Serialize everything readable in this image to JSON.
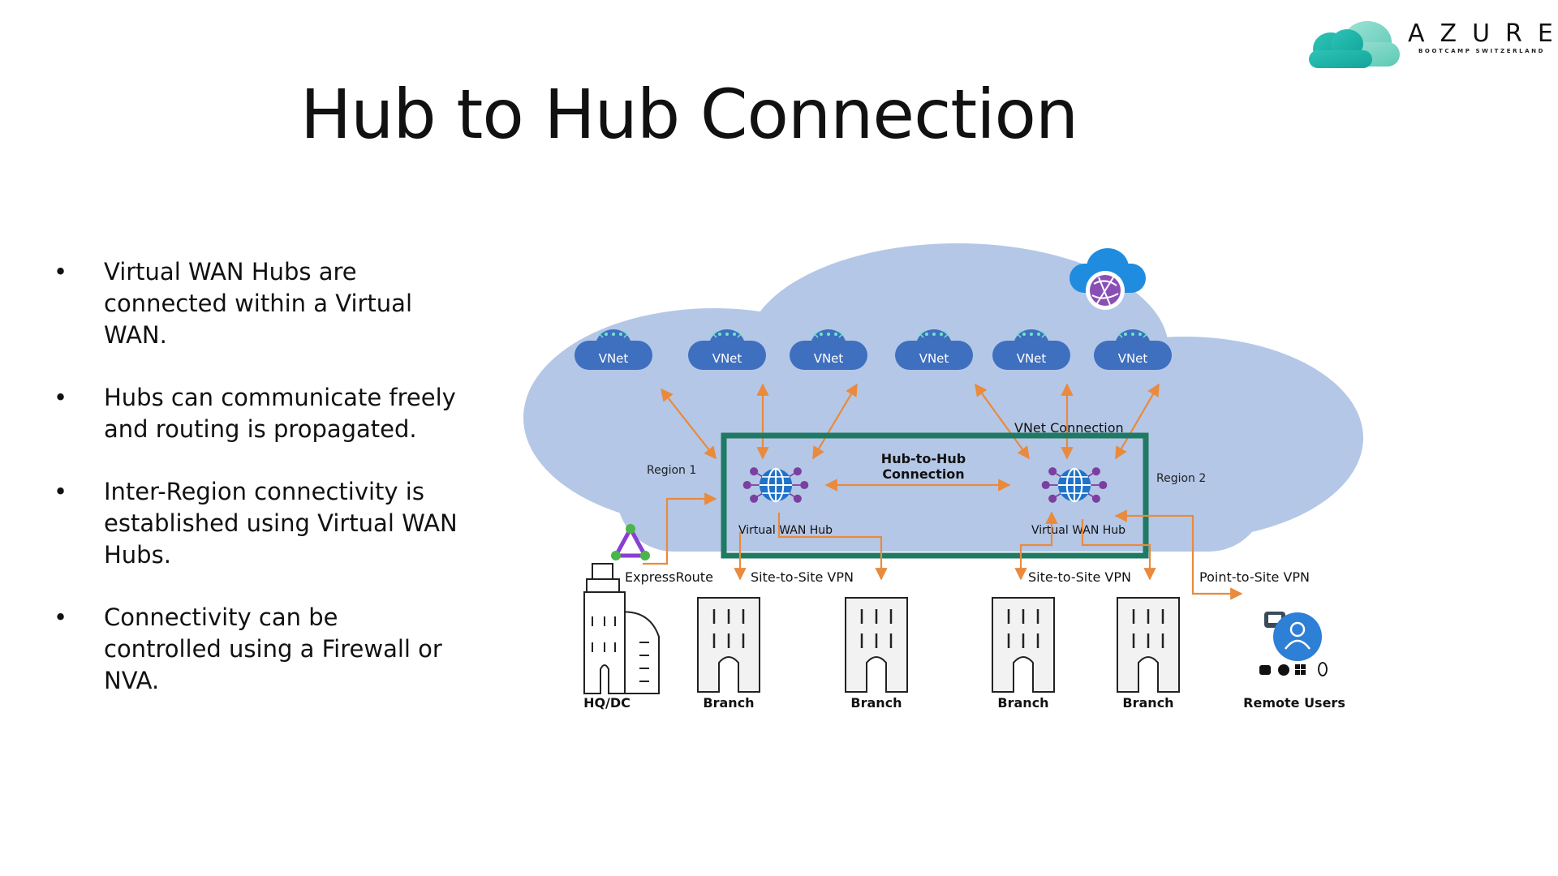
{
  "logo": {
    "word": "AZURE",
    "sub": "BOOTCAMP SWITZERLAND"
  },
  "title": "Hub to Hub Connection",
  "bullets": [
    {
      "lines": [
        "Virtual WAN Hubs are",
        "connected within a Virtual",
        "WAN."
      ]
    },
    {
      "lines": [
        "Hubs can communicate freely",
        "and routing is propagated."
      ]
    },
    {
      "lines": [
        "Inter-Region connectivity is",
        "established using Virtual WAN",
        "Hubs."
      ]
    },
    {
      "lines": [
        "Connectivity can be",
        "controlled using a Firewall or",
        "NVA."
      ]
    }
  ],
  "bullet_symbol": "•",
  "diagram": {
    "vnet_label": "VNet",
    "vnet_connection": "VNet Connection",
    "region1": "Region 1",
    "region2": "Region 2",
    "hub_to_hub_line1": "Hub-to-Hub",
    "hub_to_hub_line2": "Connection",
    "hub1_label": "Virtual WAN Hub",
    "hub2_label": "Virtual WAN Hub",
    "expressroute": "ExpressRoute",
    "s2s_vpn_1": "Site-to-Site VPN",
    "s2s_vpn_2": "Site-to-Site VPN",
    "p2s_vpn": "Point-to-Site VPN",
    "hq_label": "HQ/DC",
    "branch_labels": [
      "Branch",
      "Branch",
      "Branch",
      "Branch"
    ],
    "remote_users": "Remote Users",
    "colors": {
      "cloud": "#b4c7e7",
      "hub_box": "#1e7a62",
      "arrow": "#e98a3c",
      "vnet": "#3f6fbf",
      "globe": "#1f73c9",
      "node": "#7b3fa0"
    }
  }
}
